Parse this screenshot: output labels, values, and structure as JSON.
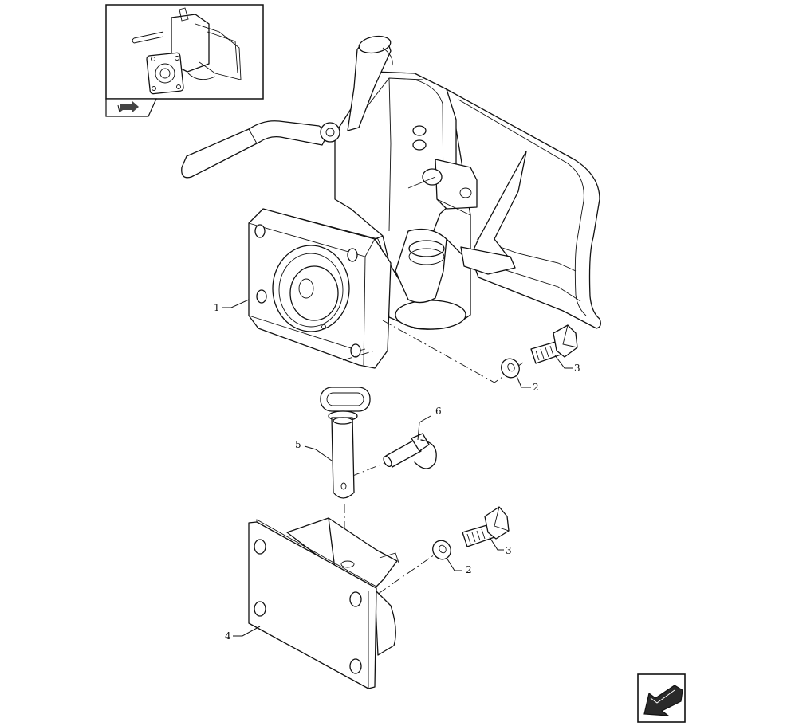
{
  "callouts": [
    {
      "id": "1",
      "text": "1"
    },
    {
      "id": "2a",
      "text": "2"
    },
    {
      "id": "3a",
      "text": "3"
    },
    {
      "id": "5",
      "text": "5"
    },
    {
      "id": "6",
      "text": "6"
    },
    {
      "id": "2b",
      "text": "2"
    },
    {
      "id": "3b",
      "text": "3"
    },
    {
      "id": "4",
      "text": "4"
    }
  ],
  "icons": {
    "thumbnail": "assembly-thumbnail-icon",
    "thumbnail_tab": "book-arrow-icon",
    "nav": "previous-page-arrow-icon"
  }
}
